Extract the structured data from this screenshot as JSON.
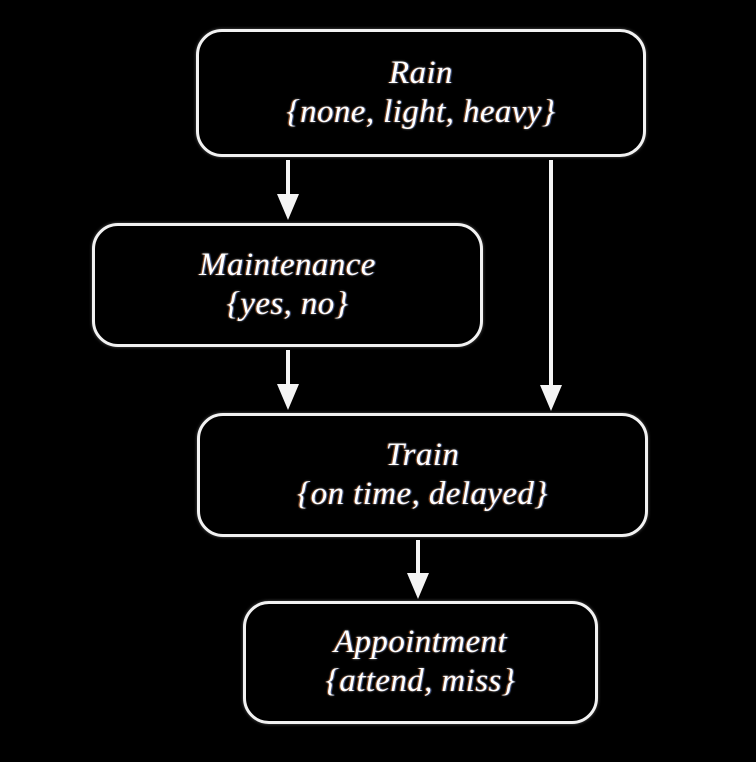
{
  "diagram": {
    "type": "bayesian-network",
    "title": "",
    "background_color": "#000000",
    "node_border_color": "#f2f2f2",
    "edge_color": "#f4f4f4",
    "text_color": "#ffffff",
    "nodes": [
      {
        "id": "rain",
        "name": "Rain",
        "values_label": "{none, light, heavy}",
        "values": [
          "none",
          "light",
          "heavy"
        ]
      },
      {
        "id": "maintenance",
        "name": "Maintenance",
        "values_label": "{yes, no}",
        "values": [
          "yes",
          "no"
        ]
      },
      {
        "id": "train",
        "name": "Train",
        "values_label": "{on time, delayed}",
        "values": [
          "on time",
          "delayed"
        ]
      },
      {
        "id": "appointment",
        "name": "Appointment",
        "values_label": "{attend, miss}",
        "values": [
          "attend",
          "miss"
        ]
      }
    ],
    "edges": [
      {
        "id": "rain-to-maintenance",
        "from": "Rain",
        "to": "Maintenance"
      },
      {
        "id": "rain-to-train",
        "from": "Rain",
        "to": "Train"
      },
      {
        "id": "maintenance-to-train",
        "from": "Maintenance",
        "to": "Train"
      },
      {
        "id": "train-to-appointment",
        "from": "Train",
        "to": "Appointment"
      }
    ]
  }
}
